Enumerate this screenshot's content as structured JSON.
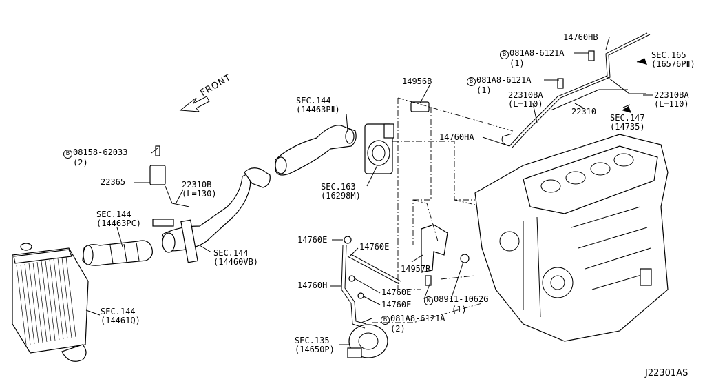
{
  "diagram_code": "J22301AS",
  "front_label": "FRONT",
  "labels": {
    "hose_14760hb": "14760HB",
    "bolt_top_code": "081A8-6121A",
    "bolt_top_qty": "(1)",
    "sec165": "SEC.165",
    "sec165_ref": "(16576PⅡ)",
    "bolt_mid_code": "081A8-6121A",
    "bolt_mid_qty": "(1)",
    "sensor_14956b": "14956B",
    "harness_22310ba_l": "22310BA",
    "harness_22310ba_l_len": "(L=110)",
    "harness_22310ba_r": "22310BA",
    "harness_22310ba_r_len": "(L=110)",
    "sensor_22310": "22310",
    "sec147": "SEC.147",
    "sec147_ref": "(14735)",
    "sec144_top": "SEC.144",
    "sec144_top_ref": "(14463PⅡ)",
    "hose_14760ha": "14760HA",
    "bolt_left_code": "08158-62033",
    "bolt_left_qty": "(2)",
    "sensor_22365": "22365",
    "harness_22310b": "22310B",
    "harness_22310b_len": "(L=130)",
    "sec163": "SEC.163",
    "sec163_ref": "(16298M)",
    "sec144_pc": "SEC.144",
    "sec144_pc_ref": "(14463PC)",
    "sec144_vb": "SEC.144",
    "sec144_vb_ref": "(14460VB)",
    "hose_14760e_a": "14760E",
    "hose_14760e_b": "14760E",
    "bracket_14957r": "14957R",
    "hose_14760h": "14760H",
    "hose_14760e_c": "14760E",
    "hose_14760e_d": "14760E",
    "nut_code": "08911-1062G",
    "nut_qty": "(1)",
    "sec144_q": "SEC.144",
    "sec144_q_ref": "(14461Q)",
    "bolt_low_code": "081A8-6121A",
    "bolt_low_qty": "(2)",
    "sec135": "SEC.135",
    "sec135_ref": "(14650P)",
    "marker_b": "B",
    "marker_n": "N"
  }
}
